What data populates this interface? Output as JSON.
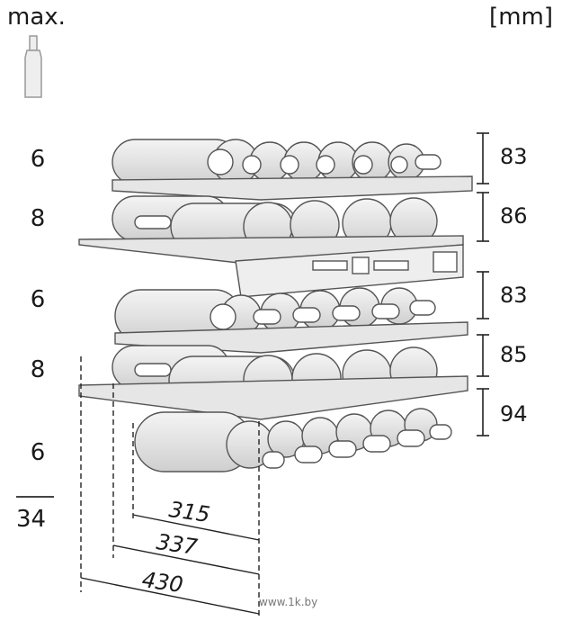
{
  "header": {
    "max_label": "max.",
    "unit_label": "[mm]"
  },
  "shelves": [
    {
      "bottles": "6",
      "height": "83"
    },
    {
      "bottles": "8",
      "height": "86"
    },
    {
      "bottles": "6",
      "height": "83"
    },
    {
      "bottles": "8",
      "height": "85"
    },
    {
      "bottles": "6",
      "height": "94"
    }
  ],
  "total": "34",
  "depths": [
    "315",
    "337",
    "430"
  ],
  "watermark": "www.1k.by",
  "icons": {
    "bottle": "bottle-icon"
  }
}
